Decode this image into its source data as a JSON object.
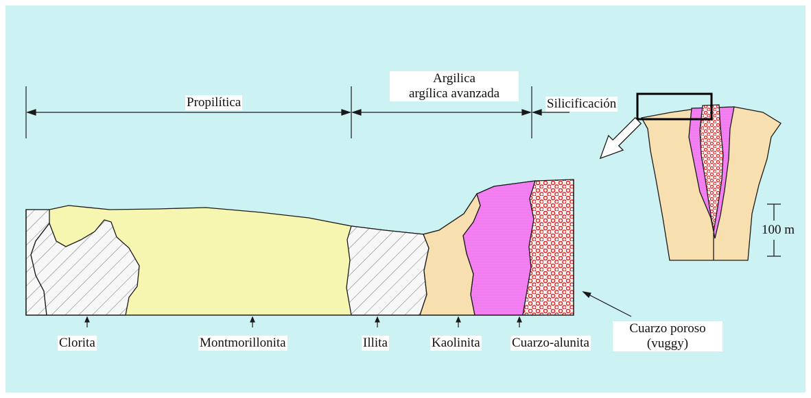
{
  "colors": {
    "background": "#cdf2f4",
    "propylitic_fill": "#f6f6b0",
    "kaolinite_fill": "#f8dfb0",
    "argillic_fill": "#f47bf2",
    "vuggy_dots": "#e51c1c",
    "vuggy_fill": "#fdf0f0",
    "hatch_stroke": "#7d7d7d",
    "hatch_fill": "#f7f7f7",
    "line": "#1a1a1a"
  },
  "zones": {
    "propylitic": "Propilítica",
    "argillic_line1": "Argilica",
    "argillic_line2": "argílica avanzada",
    "silicification": "Silicificación"
  },
  "minerals": {
    "chlorite": "Clorita",
    "montmorillonite": "Montmorillonita",
    "illite": "Illita",
    "kaolinite": "Kaolinita",
    "quartz_alunite": "Cuarzo-alunita",
    "vuggy_line1": "Cuarzo poroso",
    "vuggy_line2": "(vuggy)"
  },
  "scale_bar": {
    "label": "100 m"
  },
  "icons": {
    "zoom_arrow": "hollow-arrow-icon",
    "callout_arrow": "pointer-arrow-icon"
  }
}
